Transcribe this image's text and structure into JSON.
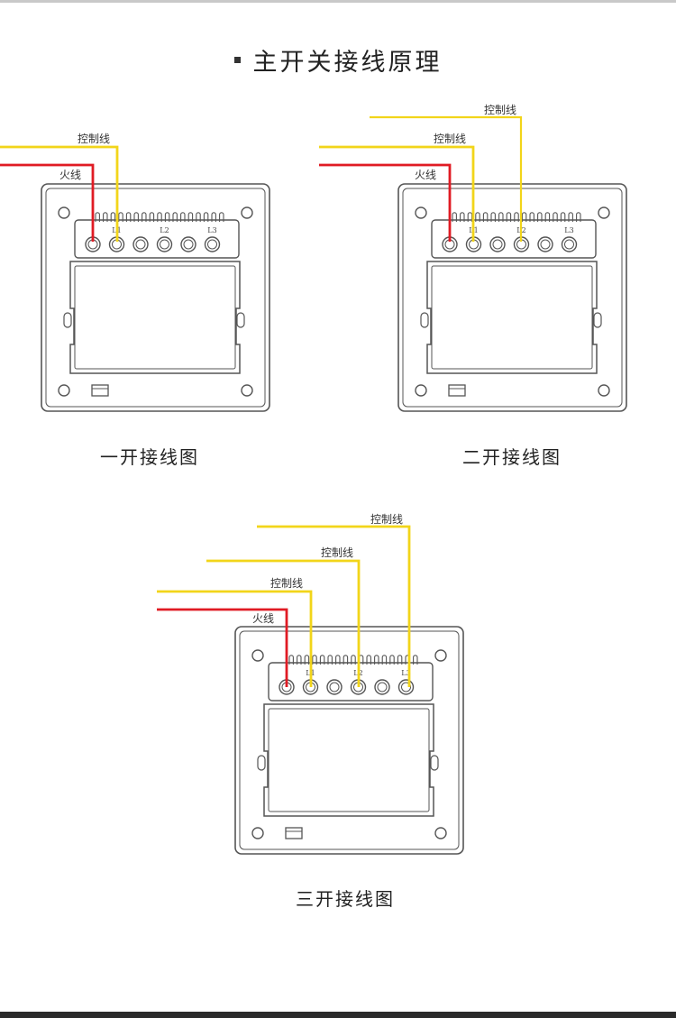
{
  "title": "主开关接线原理",
  "labels": {
    "live": "火线",
    "control": "控制线"
  },
  "terminals": [
    "L1",
    "L2",
    "L3"
  ],
  "panels": [
    {
      "caption": "一开接线图"
    },
    {
      "caption": "二开接线图"
    },
    {
      "caption": "三开接线图"
    }
  ],
  "colors": {
    "live_wire": "#e01b24",
    "control_wire": "#f2d51a",
    "outline": "#555555",
    "text": "#222222"
  }
}
